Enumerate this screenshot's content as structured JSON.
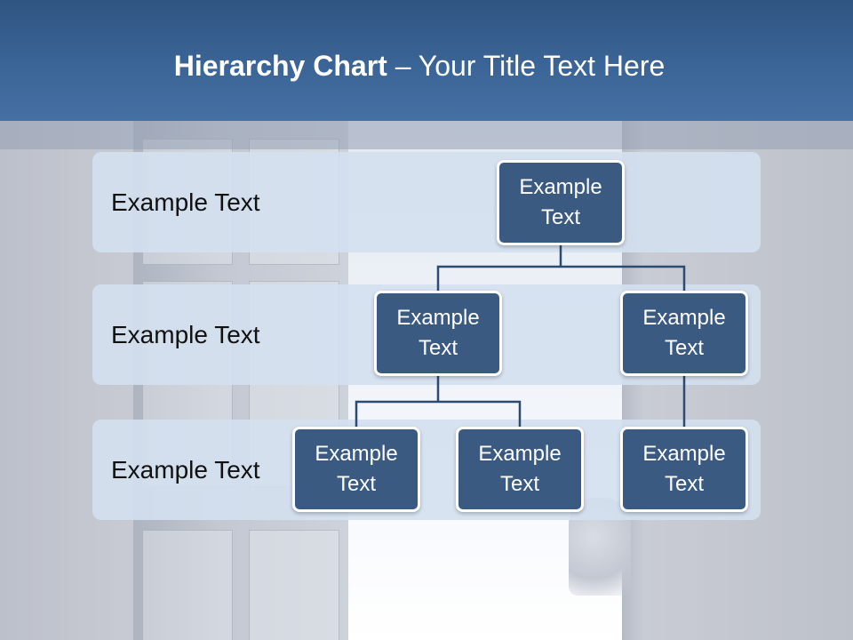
{
  "header": {
    "title_bold": "Hierarchy Chart",
    "title_rest": " – Your Title Text Here"
  },
  "rows": [
    {
      "label": "Example Text"
    },
    {
      "label": "Example Text"
    },
    {
      "label": "Example Text"
    }
  ],
  "nodes": {
    "root": "Example Text",
    "l2a": "Example Text",
    "l2b": "Example Text",
    "l3a": "Example Text",
    "l3b": "Example Text",
    "l3c": "Example Text"
  },
  "colors": {
    "header": "#3b6597",
    "node_fill": "#3b5a82",
    "node_border": "#ffffff",
    "row_band": "#d4e0f0",
    "connector": "#2e4a70"
  }
}
